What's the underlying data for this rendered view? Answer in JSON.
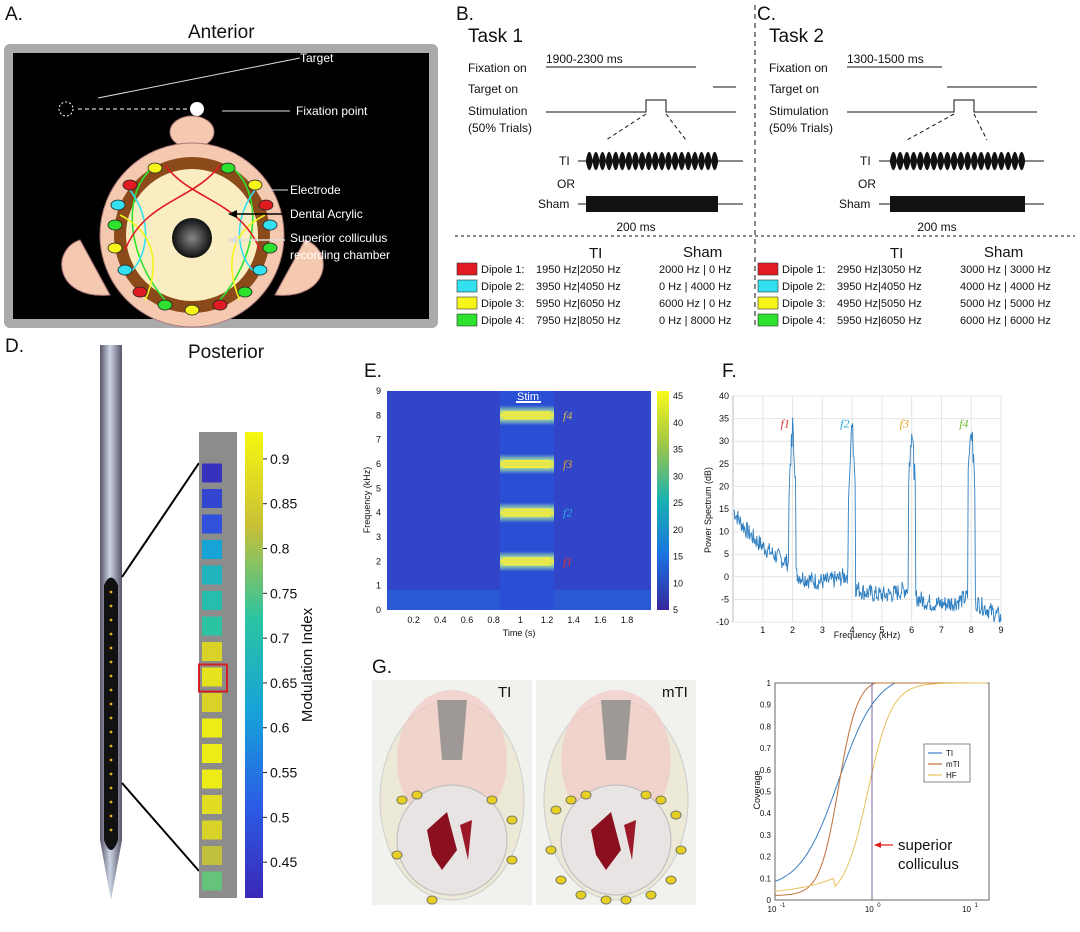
{
  "panelA": {
    "label": "A.",
    "anterior": "Anterior",
    "posterior": "Posterior",
    "annotations": [
      "Target",
      "Fixation point",
      "Electrode",
      "Dental Acrylic",
      "Superior colliculus",
      "recording chamber"
    ]
  },
  "panelB": {
    "label": "B.",
    "title": "Task 1",
    "duration": "1900-2300 ms",
    "rows": [
      "Fixation on",
      "Target on",
      "Stimulation",
      "(50% Trials)"
    ],
    "ti": "TI",
    "or": "OR",
    "sham": "Sham",
    "pulse_duration": "200 ms",
    "header_ti": "TI",
    "header_sham": "Sham",
    "dipoles": [
      {
        "name": "Dipole 1:",
        "color": "#e11b22",
        "ti": "1950 Hz|2050 Hz",
        "sham": "2000 Hz | 0 Hz"
      },
      {
        "name": "Dipole 2:",
        "color": "#33e0f0",
        "ti": "3950 Hz|4050 Hz",
        "sham": "0 Hz | 4000 Hz"
      },
      {
        "name": "Dipole 3:",
        "color": "#f5f51a",
        "ti": "5950 Hz|6050 Hz",
        "sham": "6000 Hz | 0 Hz"
      },
      {
        "name": "Dipole 4:",
        "color": "#2ee12e",
        "ti": "7950 Hz|8050 Hz",
        "sham": "0 Hz | 8000 Hz"
      }
    ]
  },
  "panelC": {
    "label": "C.",
    "title": "Task 2",
    "duration": "1300-1500 ms",
    "rows": [
      "Fixation on",
      "Target on",
      "Stimulation",
      "(50% Trials)"
    ],
    "ti": "TI",
    "or": "OR",
    "sham": "Sham",
    "pulse_duration": "200 ms",
    "header_ti": "TI",
    "header_sham": "Sham",
    "dipoles": [
      {
        "name": "Dipole 1:",
        "color": "#e11b22",
        "ti": "2950 Hz|3050 Hz",
        "sham": "3000 Hz | 3000 Hz"
      },
      {
        "name": "Dipole 2:",
        "color": "#33e0f0",
        "ti": "3950 Hz|4050 Hz",
        "sham": "4000 Hz | 4000 Hz"
      },
      {
        "name": "Dipole 3:",
        "color": "#f5f51a",
        "ti": "4950 Hz|5050 Hz",
        "sham": "5000 Hz | 5000 Hz"
      },
      {
        "name": "Dipole 4:",
        "color": "#2ee12e",
        "ti": "5950 Hz|6050 Hz",
        "sham": "6000 Hz | 6000 Hz"
      }
    ]
  },
  "panelD": {
    "label": "D.",
    "colorbar_label": "Modulation Index",
    "ticks": [
      "0.9",
      "0.85",
      "0.8",
      "0.75",
      "0.7",
      "0.65",
      "0.6",
      "0.55",
      "0.5",
      "0.45"
    ],
    "channel_values": [
      null,
      0.43,
      0.47,
      0.49,
      0.62,
      0.67,
      0.7,
      0.72,
      0.86,
      0.89,
      0.86,
      0.91,
      0.91,
      0.91,
      0.88,
      0.86,
      0.82,
      0.76
    ],
    "highlighted_channel": 9
  },
  "panelE": {
    "label": "E.",
    "stim_label": "Stim",
    "ylabel": "Frequency (kHz)",
    "xlabel": "Time (s)",
    "yticks": [
      "0",
      "1",
      "2",
      "3",
      "4",
      "5",
      "6",
      "7",
      "8",
      "9"
    ],
    "xticks": [
      "0.2",
      "0.4",
      "0.6",
      "0.8",
      "1",
      "1.2",
      "1.4",
      "1.6",
      "1.8"
    ],
    "cbar_ticks": [
      "45",
      "40",
      "35",
      "30",
      "25",
      "20",
      "15",
      "10",
      "5"
    ],
    "band_labels": [
      {
        "text": "f4",
        "color": "#d6b84a"
      },
      {
        "text": "f3",
        "color": "#e8a12a"
      },
      {
        "text": "f2",
        "color": "#2aa8e0"
      },
      {
        "text": "f1",
        "color": "#e03030"
      }
    ]
  },
  "panelF": {
    "label": "F.",
    "ylabel": "Power Spectrum (dB)",
    "xlabel": "Frequency (kHz)",
    "yticks": [
      "40",
      "35",
      "30",
      "25",
      "20",
      "15",
      "10",
      "5",
      "0",
      "-5",
      "-10"
    ],
    "xticks": [
      "1",
      "2",
      "3",
      "4",
      "5",
      "6",
      "7",
      "8",
      "9"
    ],
    "peak_labels": [
      {
        "text": "f1",
        "color": "#e03030"
      },
      {
        "text": "f2",
        "color": "#2aa8e0"
      },
      {
        "text": "f3",
        "color": "#e8a12a"
      },
      {
        "text": "f4",
        "color": "#6fbf3a"
      }
    ],
    "line_color": "#2f7fc1"
  },
  "panelG": {
    "label": "G.",
    "image_labels": [
      "TI",
      "mTI"
    ],
    "arrow_label_1": "superior",
    "arrow_label_2": "colliculus",
    "ylabel": "Coverage",
    "yticks": [
      "1",
      "0.9",
      "0.8",
      "0.7",
      "0.6",
      "0.5",
      "0.4",
      "0.3",
      "0.2",
      "0.1",
      "0"
    ],
    "xticks": [
      "10",
      "10",
      "10"
    ],
    "xtick_exps": [
      "-1",
      "0",
      "1"
    ],
    "legend": [
      {
        "name": "TI",
        "color": "#3b7fc4"
      },
      {
        "name": "mTI",
        "color": "#c0703a"
      },
      {
        "name": "HF",
        "color": "#e6c35c"
      }
    ]
  }
}
